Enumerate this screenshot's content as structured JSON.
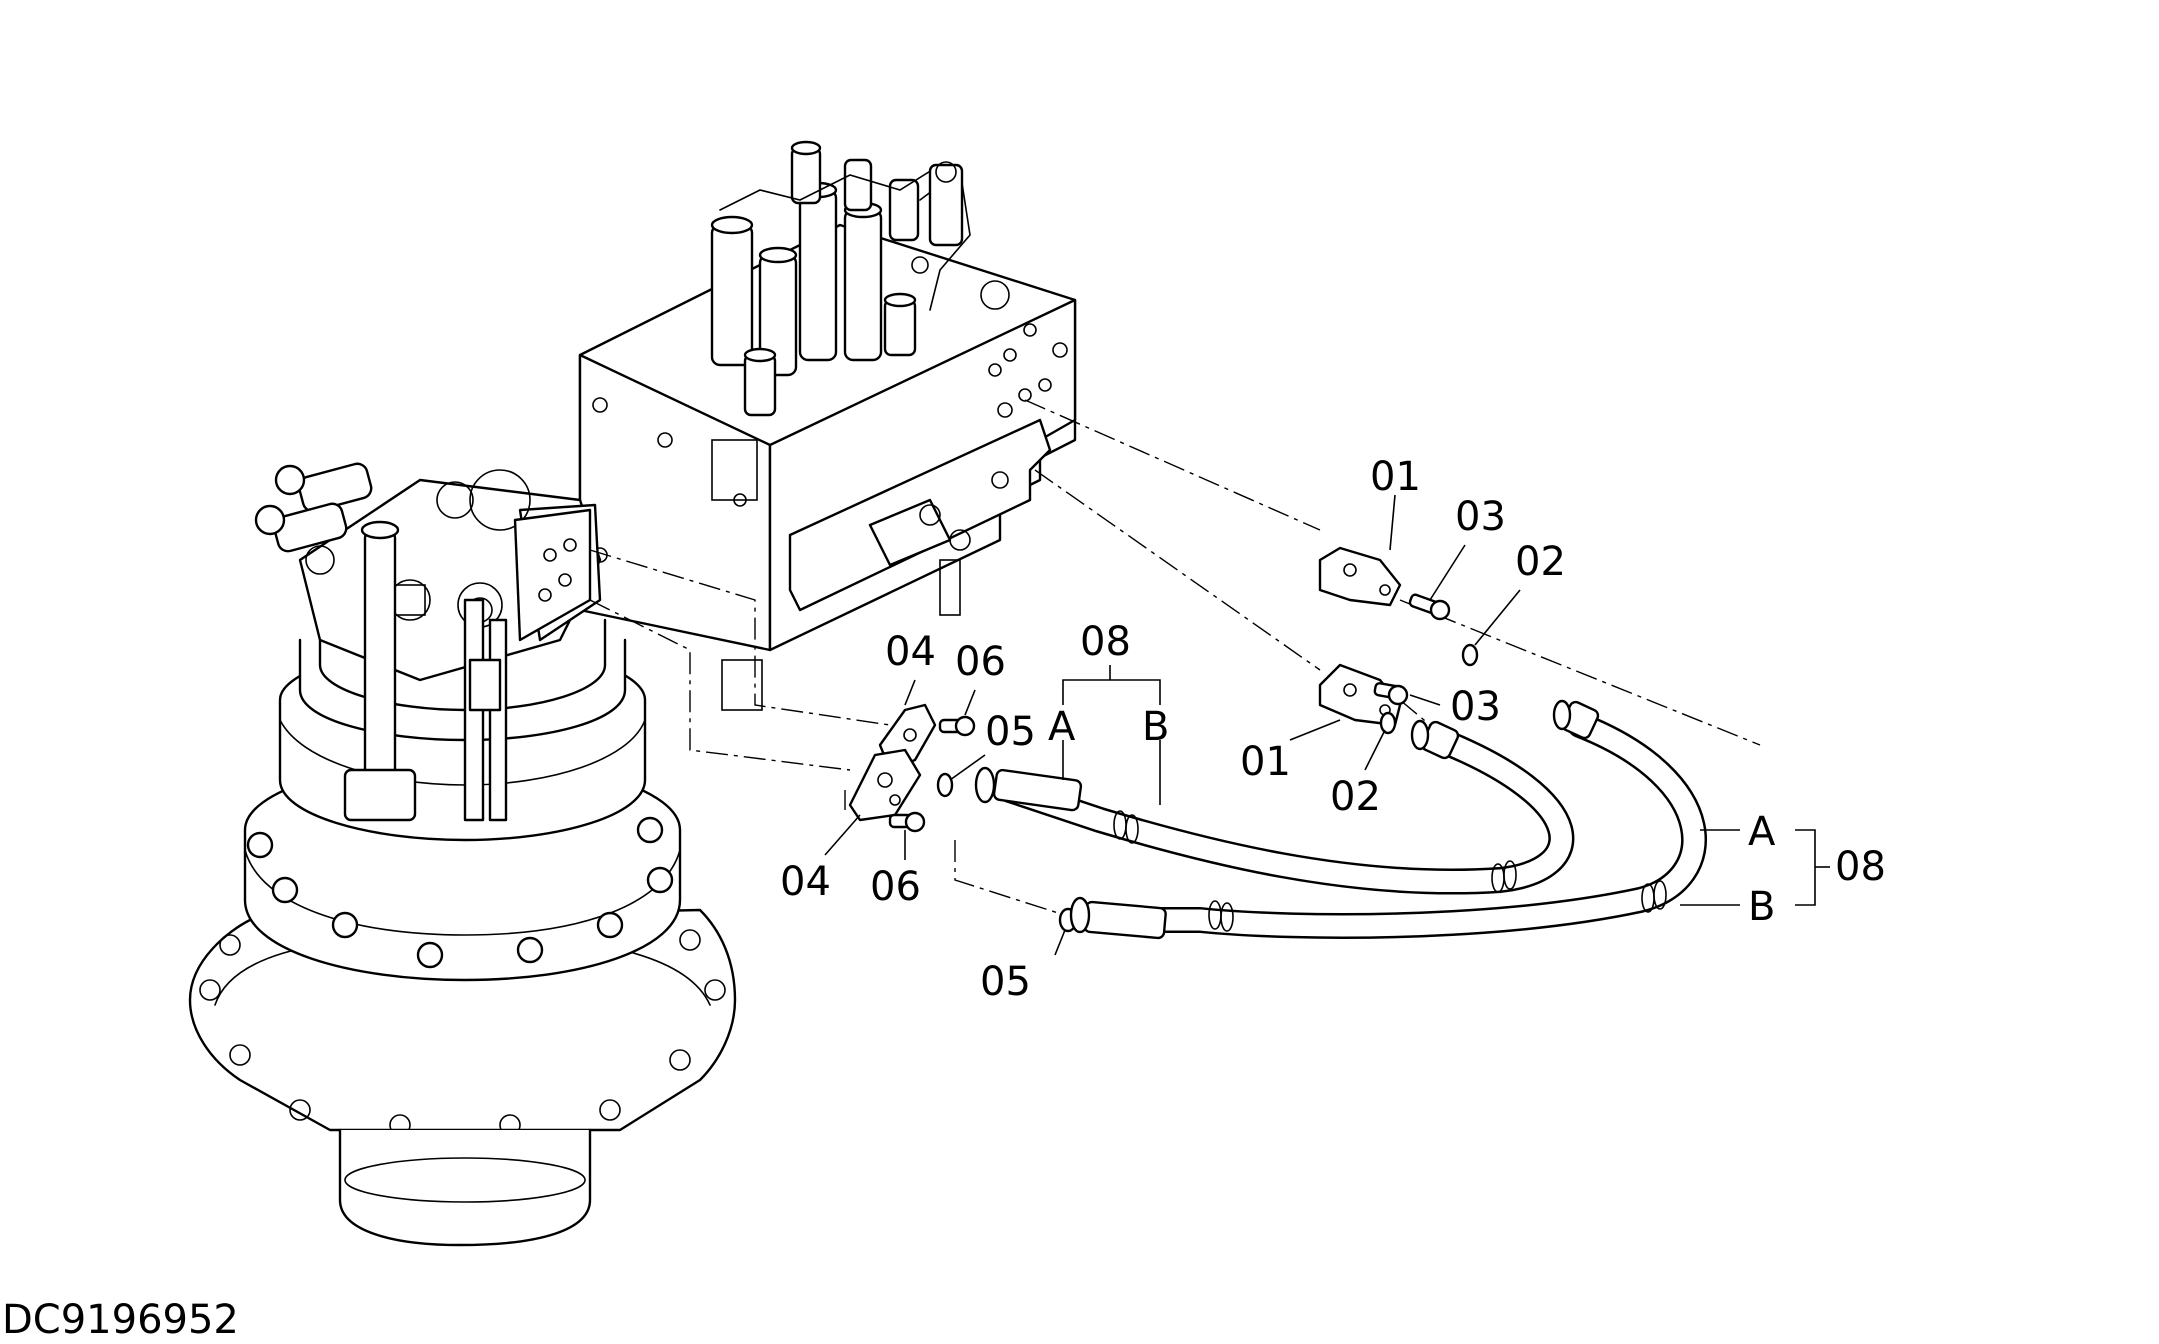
{
  "document_id": "DC9196952",
  "callouts": [
    {
      "number": "01",
      "part": "flange-upper"
    },
    {
      "number": "03",
      "part": "bolt-upper"
    },
    {
      "number": "02",
      "part": "o-ring-upper"
    },
    {
      "number": "03",
      "part": "bolt-middle"
    },
    {
      "number": "01",
      "part": "flange-middle"
    },
    {
      "number": "02",
      "part": "o-ring-middle"
    },
    {
      "number": "04",
      "part": "split-flange-upper"
    },
    {
      "number": "06",
      "part": "bolt-flange-upper"
    },
    {
      "number": "05",
      "part": "o-ring-flange-upper"
    },
    {
      "number": "04",
      "part": "split-flange-lower"
    },
    {
      "number": "06",
      "part": "bolt-flange-lower"
    },
    {
      "number": "05",
      "part": "o-ring-lower"
    },
    {
      "number": "08",
      "part": "hose-assembly-left"
    },
    {
      "number": "08",
      "part": "hose-assembly-right"
    }
  ],
  "hose_letters": {
    "left_a": "A",
    "left_b": "B",
    "right_a": "A",
    "right_b": "B"
  },
  "colors": {
    "line": "#000000",
    "background": "#ffffff"
  }
}
